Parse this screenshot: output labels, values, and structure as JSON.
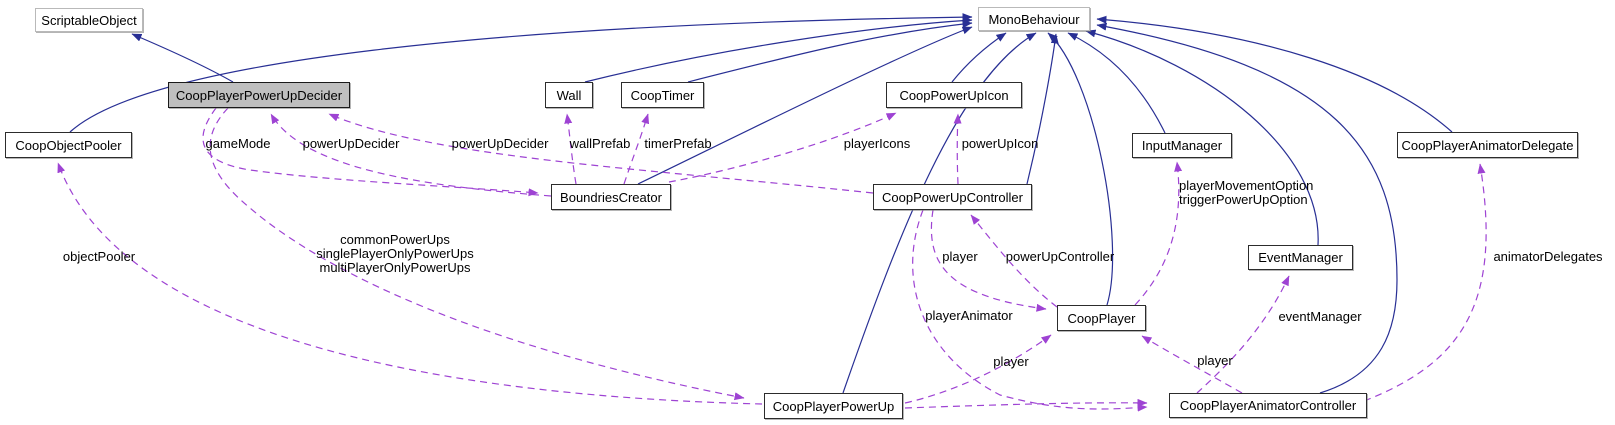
{
  "nodes": {
    "scriptableObject": "ScriptableObject",
    "monoBehaviour": "MonoBehaviour",
    "decider": "CoopPlayerPowerUpDecider",
    "wall": "Wall",
    "coopTimer": "CoopTimer",
    "coopPowerUpIcon": "CoopPowerUpIcon",
    "coopObjectPooler": "CoopObjectPooler",
    "inputManager": "InputManager",
    "coopPlayerAnimatorDelegate": "CoopPlayerAnimatorDelegate",
    "boundriesCreator": "BoundriesCreator",
    "coopPowerUpController": "CoopPowerUpController",
    "eventManager": "EventManager",
    "coopPlayer": "CoopPlayer",
    "coopPlayerPowerUp": "CoopPlayerPowerUp",
    "coopPlayerAnimatorController": "CoopPlayerAnimatorController"
  },
  "edge_labels": {
    "gameMode": "gameMode",
    "powerUpDecider1": "powerUpDecider",
    "powerUpDecider2": "powerUpDecider",
    "wallPrefab": "wallPrefab",
    "timerPrefab": "timerPrefab",
    "playerIcons": "playerIcons",
    "powerUpIcon": "powerUpIcon",
    "inputOptions": "playerMovementOption\ntriggerPowerUpOption",
    "objectPooler": "objectPooler",
    "powerUpLists": "commonPowerUps\nsinglePlayerOnlyPowerUps\nmultiPlayerOnlyPowerUps",
    "playerA": "player",
    "powerUpController": "powerUpController",
    "playerAnimator": "playerAnimator",
    "playerB": "player",
    "playerC": "player",
    "eventManager": "eventManager",
    "animatorDelegates": "animatorDelegates"
  },
  "colors": {
    "inheritance": "#282f94",
    "usage": "#9e43d3",
    "selected_fill": "#bfbfbf"
  }
}
